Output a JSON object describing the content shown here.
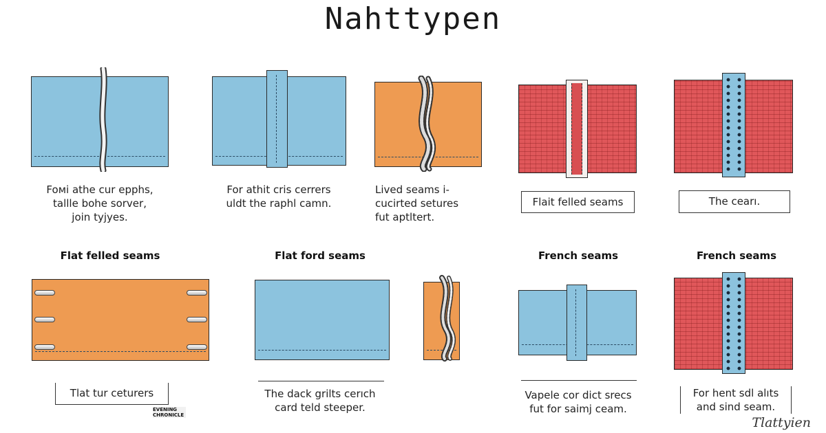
{
  "title": "Nahttypen",
  "top_row": [
    {
      "caption": [
        "Foмі athe cur epphs,",
        "tallle bohe sorver,",
        "join tyjyes."
      ]
    },
    {
      "caption": [
        "For athit cris cerrers",
        "uldt the raphl camn."
      ]
    },
    {
      "caption": [
        "Lived seams i-",
        "cucirted setures",
        "fut aptltert."
      ]
    },
    {
      "caption": [
        "Flait felled seams"
      ]
    },
    {
      "caption": [
        "The cearı."
      ]
    }
  ],
  "bottom_row": [
    {
      "heading": "Flat felled seams",
      "caption": [
        "Tlat tur ceturers"
      ]
    },
    {
      "heading": "Flat ford seams",
      "caption": [
        "The dack grilts cerıch",
        "card teld steeper."
      ]
    },
    {
      "heading": "French seams",
      "caption": [
        "Vapele cor dict srecs",
        "fut for saimj ceam."
      ]
    },
    {
      "heading": "French seams",
      "caption": [
        "For hent sdl alıts",
        "and sind seam."
      ]
    }
  ],
  "logo_text": [
    "EVENING",
    "CHRONICLE"
  ],
  "signature": "Tlattyien",
  "colors": {
    "blue": "#8cc3de",
    "orange": "#ee9b52",
    "red": "#e0575a"
  }
}
